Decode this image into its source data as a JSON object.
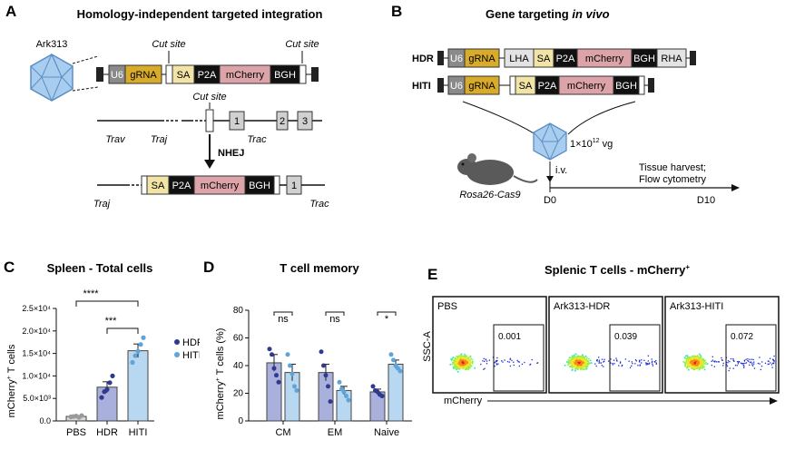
{
  "panelA": {
    "letter": "A",
    "title": "Homology-independent targeted integration",
    "virus_label": "Ark313",
    "cut_site_1": "Cut site",
    "cut_site_2": "Cut site",
    "cut_site_3": "Cut site",
    "construct": {
      "u6": "U6",
      "grna": "gRNA",
      "sa": "SA",
      "p2a": "P2A",
      "mcherry": "mCherry",
      "bgh": "BGH"
    },
    "locus": {
      "trav": "Trav",
      "traj": "Traj",
      "trac": "Trac",
      "exon1": "1",
      "exon2": "2",
      "exon3": "3"
    },
    "nhej": "NHEJ",
    "result": {
      "traj": "Traj",
      "trac": "Trac",
      "sa": "SA",
      "p2a": "P2A",
      "mcherry": "mCherry",
      "bgh": "BGH",
      "exon1": "1"
    }
  },
  "panelB": {
    "letter": "B",
    "title_prefix": "Gene targeting ",
    "title_italic": "in vivo",
    "hdr_label": "HDR",
    "hiti_label": "HITI",
    "hdr_construct": {
      "u6": "U6",
      "grna": "gRNA",
      "lha": "LHA",
      "sa": "SA",
      "p2a": "P2A",
      "mcherry": "mCherry",
      "bgh": "BGH",
      "rha": "RHA"
    },
    "hiti_construct": {
      "u6": "U6",
      "grna": "gRNA",
      "sa": "SA",
      "p2a": "P2A",
      "mcherry": "mCherry",
      "bgh": "BGH"
    },
    "dose_prefix": "1×10",
    "dose_exp": "12",
    "dose_suffix": " vg",
    "route": "i.v.",
    "mouse_label": "Rosa26-Cas9",
    "d0": "D0",
    "d10": "D10",
    "harvest_line1": "Tissue harvest;",
    "harvest_line2": "Flow cytometry"
  },
  "panelC": {
    "letter": "C",
    "title": "Spleen - Total cells",
    "ylabel_prefix": "mCherry",
    "ylabel_sup": "+",
    "ylabel_suffix": " T cells",
    "legend": [
      {
        "name": "HDR",
        "color": "#5b63b4"
      },
      {
        "name": "HITI",
        "color": "#5fa4d8"
      }
    ],
    "sig_outer": "****",
    "sig_inner": "***"
  },
  "panelD": {
    "letter": "D",
    "title": "T cell memory",
    "ylabel_prefix": "mCherry",
    "ylabel_sup": "+",
    "ylabel_suffix": " T cells (%)",
    "sig": [
      "ns",
      "ns",
      "*"
    ]
  },
  "panelE": {
    "letter": "E",
    "title_prefix": "Splenic T cells - mCherry",
    "title_sup": "+",
    "ylabel": "SSC-A",
    "xlabel": "mCherry",
    "plots": [
      {
        "name": "PBS",
        "gate_value": "0.001"
      },
      {
        "name": "Ark313-HDR",
        "gate_value": "0.039"
      },
      {
        "name": "Ark313-HITI",
        "gate_value": "0.072"
      }
    ]
  },
  "chart_data": [
    {
      "type": "bar",
      "categories": [
        "PBS",
        "HDR",
        "HITI"
      ],
      "values": [
        1000,
        7500,
        15600
      ],
      "errors": [
        200,
        1200,
        1500
      ],
      "points": [
        [
          900,
          1000,
          1100,
          800,
          1200
        ],
        [
          5200,
          6500,
          7000,
          8500,
          10000
        ],
        [
          13000,
          14500,
          15500,
          17000,
          18500
        ]
      ],
      "ylim": [
        0,
        25000
      ],
      "yticks": [
        0,
        5000,
        10000,
        15000,
        20000,
        25000
      ],
      "ytick_labels": [
        "0.0",
        "5.0×10³",
        "1.0×10⁴",
        "1.5×10⁴",
        "2.0×10⁴",
        "2.5×10⁴"
      ],
      "bar_colors": [
        "#d8d8d8",
        "#a9b0dc",
        "#b7d8f0"
      ],
      "point_colors": [
        "#9a9a9a",
        "#2f3a8f",
        "#5fa4d8"
      ]
    },
    {
      "type": "bar",
      "categories": [
        "CM",
        "EM",
        "Naive"
      ],
      "series": [
        {
          "name": "HDR",
          "values": [
            42,
            35,
            21
          ],
          "errors": [
            6,
            6,
            2
          ],
          "points": [
            [
              52,
              48,
              38,
              33,
              28
            ],
            [
              50,
              40,
              33,
              25,
              14
            ],
            [
              25,
              22,
              21,
              19,
              18
            ]
          ]
        },
        {
          "name": "HITI",
          "values": [
            35,
            22,
            41
          ],
          "errors": [
            6,
            3,
            3
          ],
          "points": [
            [
              48,
              40,
              34,
              25,
              22
            ],
            [
              28,
              23,
              21,
              18,
              15
            ],
            [
              48,
              44,
              40,
              38,
              36
            ]
          ]
        }
      ],
      "ylim": [
        0,
        80
      ],
      "yticks": [
        0,
        20,
        40,
        60,
        80
      ],
      "bar_colors": [
        "#a9b0dc",
        "#b7d8f0"
      ],
      "point_colors": [
        "#2f3a8f",
        "#5fa4d8"
      ]
    }
  ]
}
